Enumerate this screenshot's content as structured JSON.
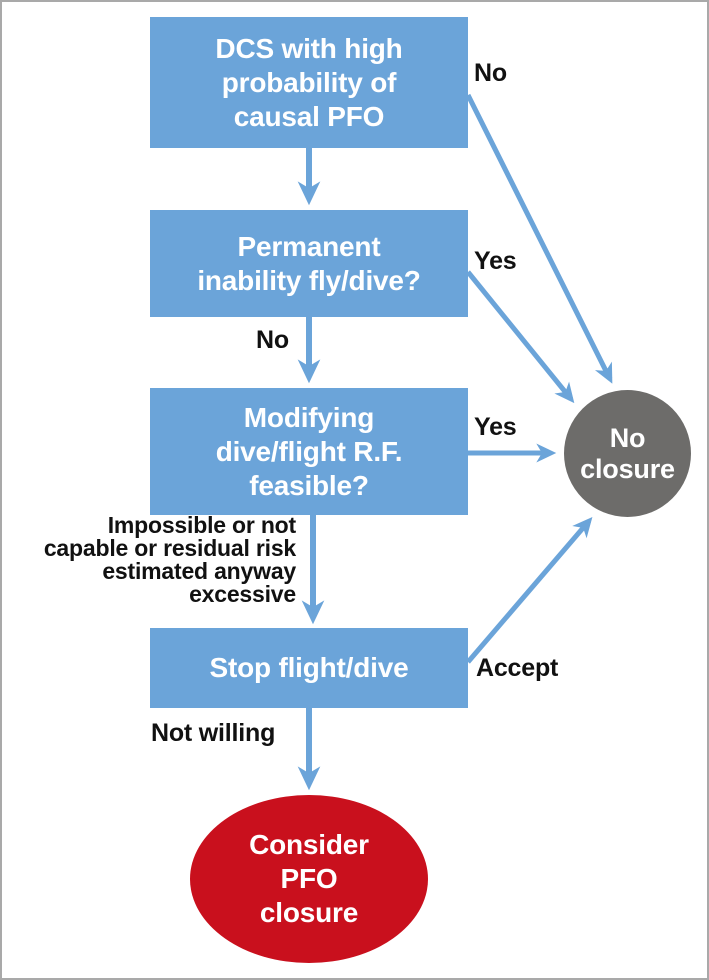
{
  "colors": {
    "box_blue": "#6ba4d9",
    "arrow_blue": "#6ba4d9",
    "circle_gray": "#6d6c6a",
    "ellipse_red": "#c9101d",
    "label_black": "#111111",
    "node_text_white": "#ffffff",
    "frame_gray": "#a9a9a9"
  },
  "flowchart": {
    "nodes": {
      "dcs": {
        "text": "DCS with high\nprobability of\ncausal PFO"
      },
      "permanent": {
        "text": "Permanent\ninability fly/dive?"
      },
      "modifying": {
        "text": "Modifying\ndive/flight R.F.\nfeasible?"
      },
      "stop": {
        "text": "Stop flight/dive"
      },
      "no_closure": {
        "text": "No\nclosure"
      },
      "consider": {
        "text": "Consider\nPFO\nclosure"
      }
    },
    "edge_labels": {
      "no_top": "No",
      "yes_permanent": "Yes",
      "no_permanent": "No",
      "yes_modifying": "Yes",
      "impossible_note": "Impossible or not\ncapable or residual risk\nestimated anyway\nexcessive",
      "accept": "Accept",
      "not_willing": "Not willing"
    }
  }
}
